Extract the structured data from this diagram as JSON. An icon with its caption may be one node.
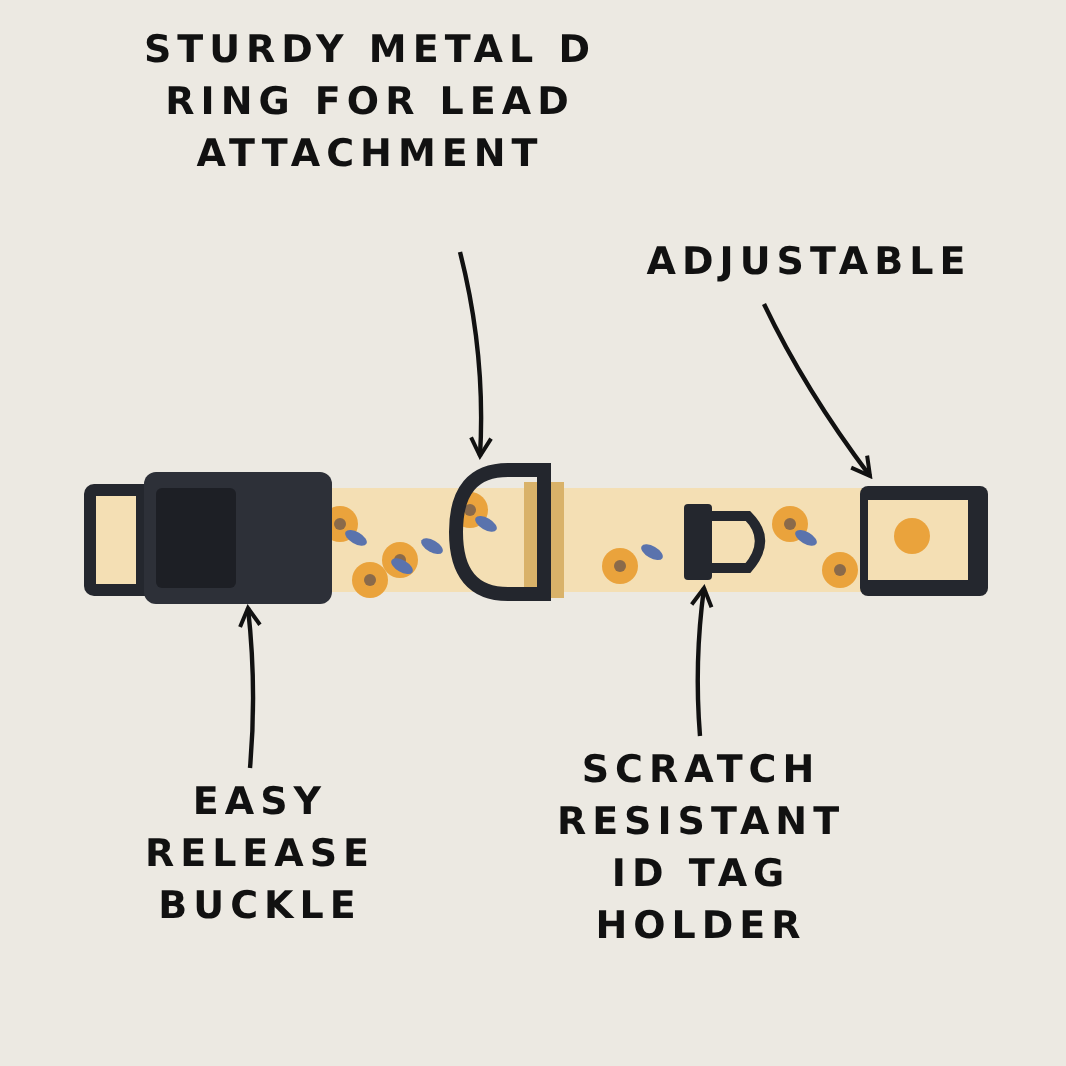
{
  "diagram": {
    "nodes": [
      {
        "text": [
          "STURDY METAL D RING FOR LEAD ATTACHMENT"
        ]
      },
      {
        "text": [
          "ADJUSTABLE"
        ]
      },
      {
        "text": [
          "EASY RELEASE BUCKLE"
        ]
      },
      {
        "text": [
          "SCRATCH RESISTANT ID TAG HOLDER"
        ]
      },
      {
        "text": [],
        "shape": "picture"
      },
      {
        "text": [],
        "shape": "picture"
      },
      {
        "text": [],
        "shape": "picture"
      },
      {
        "text": [],
        "shape": "picture"
      }
    ],
    "edges": [
      {
        "from": 0,
        "to": 5,
        "arrow": "to"
      },
      {
        "from": 1,
        "to": 7,
        "arrow": "to"
      },
      {
        "from": 2,
        "to": 4,
        "arrow": "to"
      },
      {
        "from": 3,
        "to": 6,
        "arrow": "to"
      }
    ]
  }
}
